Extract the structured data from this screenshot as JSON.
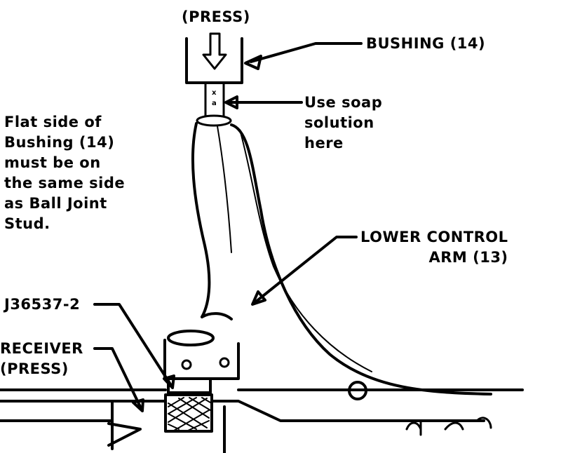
{
  "labels": {
    "press_top": "(PRESS)",
    "bushing": "BUSHING (14)",
    "soap": [
      "Use soap",
      "solution",
      "here"
    ],
    "flat_side": [
      "Flat side of",
      "Bushing (14)",
      "must be on",
      "the same side",
      "as Ball Joint",
      "Stud."
    ],
    "lower_control_arm": [
      "LOWER CONTROL",
      "ARM (13)"
    ],
    "tool_number": "J36537-2",
    "receiver": [
      "RECEIVER",
      "(PRESS)"
    ]
  }
}
